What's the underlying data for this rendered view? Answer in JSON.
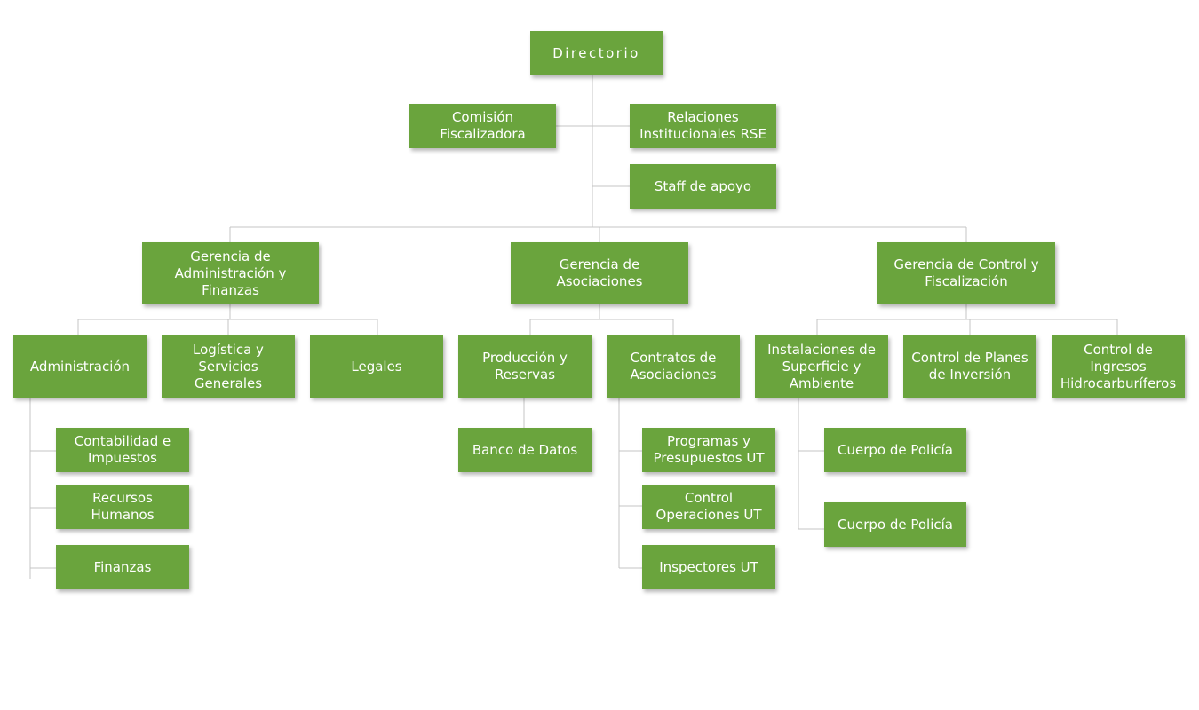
{
  "nodes": {
    "directorio": "Directorio",
    "comision_fiscalizadora": "Comisión Fiscalizadora",
    "relaciones_institucionales": "Relaciones Institucionales RSE",
    "staff_apoyo": "Staff de apoyo",
    "gerencia_admin_finanzas": "Gerencia de Administración y Finanzas",
    "gerencia_asociaciones": "Gerencia de Asociaciones",
    "gerencia_control_fiscalizacion": "Gerencia de Control y Fiscalización",
    "administracion": "Administración",
    "logistica_servicios": "Logística y Servicios Generales",
    "legales": "Legales",
    "produccion_reservas": "Producción y Reservas",
    "contratos_asociaciones": "Contratos de Asociaciones",
    "instalaciones_superficie": "Instalaciones de Superficie y Ambiente",
    "control_planes_inversion": "Control de Planes de Inversión",
    "control_ingresos": "Control de Ingresos Hidrocarburíferos",
    "contabilidad_impuestos": "Contabilidad e Impuestos",
    "recursos_humanos": "Recursos Humanos",
    "finanzas": "Finanzas",
    "banco_datos": "Banco de Datos",
    "programas_presupuestos": "Programas y Presupuestos UT",
    "control_operaciones": "Control Operaciones UT",
    "inspectores": "Inspectores UT",
    "cuerpo_policia_1": "Cuerpo de Policía",
    "cuerpo_policia_2": "Cuerpo de Policía"
  }
}
